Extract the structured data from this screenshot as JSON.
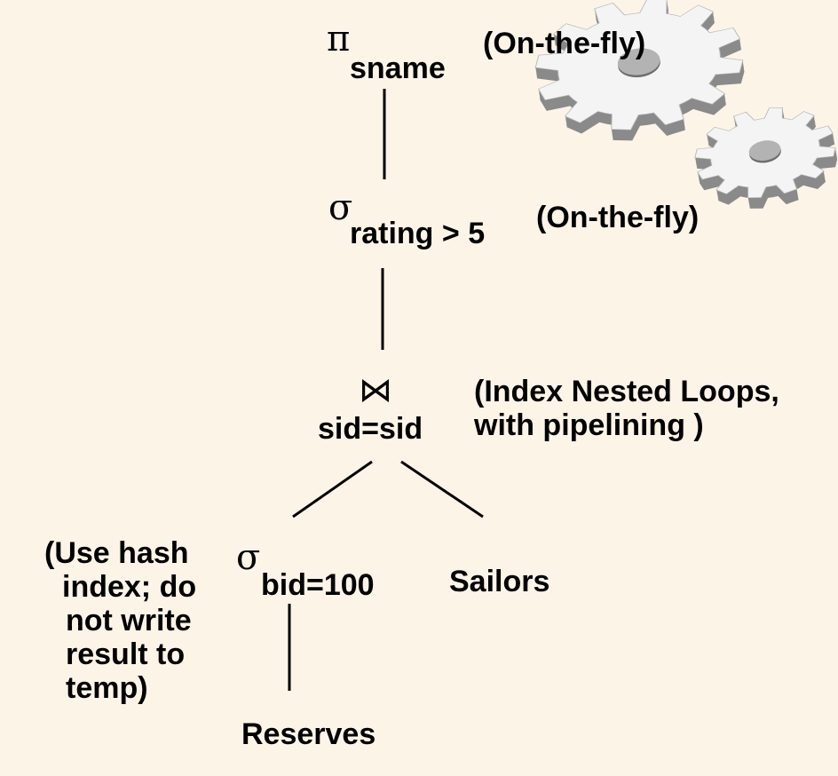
{
  "tree": {
    "project": {
      "symbol": "π",
      "subscript": "sname",
      "note": "(On-the-fly)"
    },
    "select_rating": {
      "symbol": "σ",
      "subscript": "rating > 5",
      "note": "(On-the-fly)"
    },
    "join": {
      "symbol": "⋈",
      "subscript": "sid=sid",
      "note_lines": [
        "(Index Nested Loops,",
        "with pipelining )"
      ]
    },
    "select_bid": {
      "symbol": "σ",
      "subscript": "bid=100",
      "note_lines": [
        "(Use hash",
        "index; do",
        "not write",
        "result to",
        "temp)"
      ]
    },
    "leaf_left": {
      "label": "Reserves"
    },
    "leaf_right": {
      "label": "Sailors"
    }
  },
  "decoration": {
    "icon": "gears-icon",
    "colors": {
      "background": "#fdf4e8",
      "gear_face": "#f4f4f4",
      "gear_side": "#8a8a8a"
    }
  }
}
